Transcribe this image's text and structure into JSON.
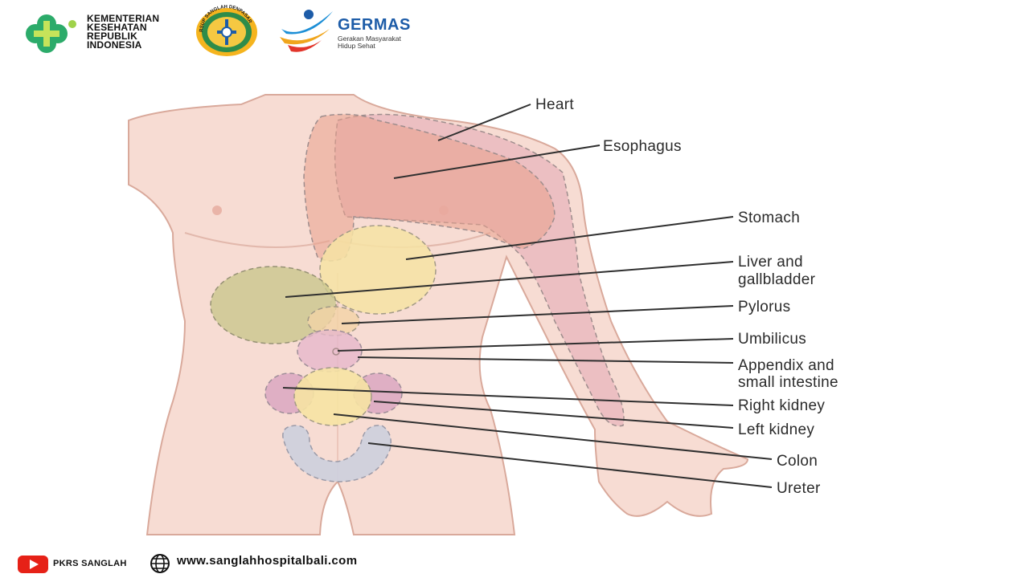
{
  "header": {
    "kemenkes_text": [
      "KEMENTERIAN",
      "KESEHATAN",
      "REPUBLIK",
      "INDONESIA"
    ],
    "seal_text": "RSUP SANGLAH DENPASAR",
    "germas_title": "GERMAS",
    "germas_subtitle": [
      "Gerakan Masyarakat",
      "Hidup Sehat"
    ]
  },
  "diagram": {
    "labels": [
      {
        "id": "heart",
        "lines": [
          "Heart"
        ]
      },
      {
        "id": "esophagus",
        "lines": [
          "Esophagus"
        ]
      },
      {
        "id": "stomach",
        "lines": [
          "Stomach"
        ]
      },
      {
        "id": "liver",
        "lines": [
          "Liver and",
          "gallbladder"
        ]
      },
      {
        "id": "pylorus",
        "lines": [
          "Pylorus"
        ]
      },
      {
        "id": "umbilicus",
        "lines": [
          "Umbilicus"
        ]
      },
      {
        "id": "appendix",
        "lines": [
          "Appendix and",
          "small intestine"
        ]
      },
      {
        "id": "right-kidney",
        "lines": [
          "Right kidney"
        ]
      },
      {
        "id": "left-kidney",
        "lines": [
          "Left kidney"
        ]
      },
      {
        "id": "colon",
        "lines": [
          "Colon"
        ]
      },
      {
        "id": "ureter",
        "lines": [
          "Ureter"
        ]
      }
    ]
  },
  "footer": {
    "channel": "PKRS SANGLAH",
    "website": "www.sanglahhospitalbali.com"
  },
  "colors": {
    "skin": "#f7dcd3",
    "skin_outline": "#d9a99b",
    "heart_zone": "#e8b6bc",
    "esophagus_zone": "#e9a08c",
    "stomach_zone": "#f6e3a3",
    "liver_zone": "#c9c78d",
    "kidney_zone": "#dcaac2",
    "ureter_zone": "#cfd0dc",
    "germas_blue": "#1d5ca8",
    "youtube_red": "#e62117"
  }
}
